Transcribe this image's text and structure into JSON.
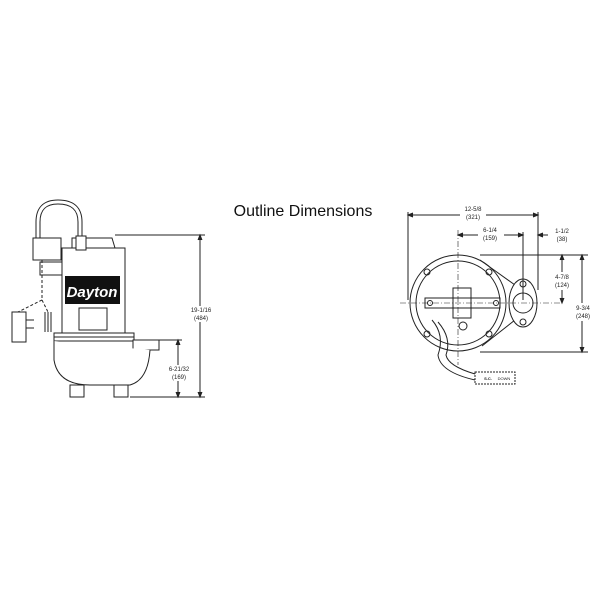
{
  "title": "Outline Dimensions",
  "side_view": {
    "brand": "Dayton",
    "overall_height": {
      "fraction": "19-1/16",
      "mm": "(484)"
    },
    "discharge_height": {
      "fraction": "6-21/32",
      "mm": "(169)"
    }
  },
  "top_view": {
    "overall_width": {
      "fraction": "12-5/8",
      "mm": "(321)"
    },
    "center_to_discharge": {
      "fraction": "6-1/4",
      "mm": "(159)"
    },
    "flange_offset": {
      "fraction": "1-1/2",
      "mm": "(38)"
    },
    "half_depth": {
      "fraction": "4-7/8",
      "mm": "(124)"
    },
    "overall_depth": {
      "fraction": "9-3/4",
      "mm": "(248)"
    },
    "cord_tag": {
      "left": "S.C.",
      "right": "DOWN"
    }
  },
  "colors": {
    "line": "#222222",
    "label_bg": "#111111",
    "label_text": "#ffffff"
  }
}
